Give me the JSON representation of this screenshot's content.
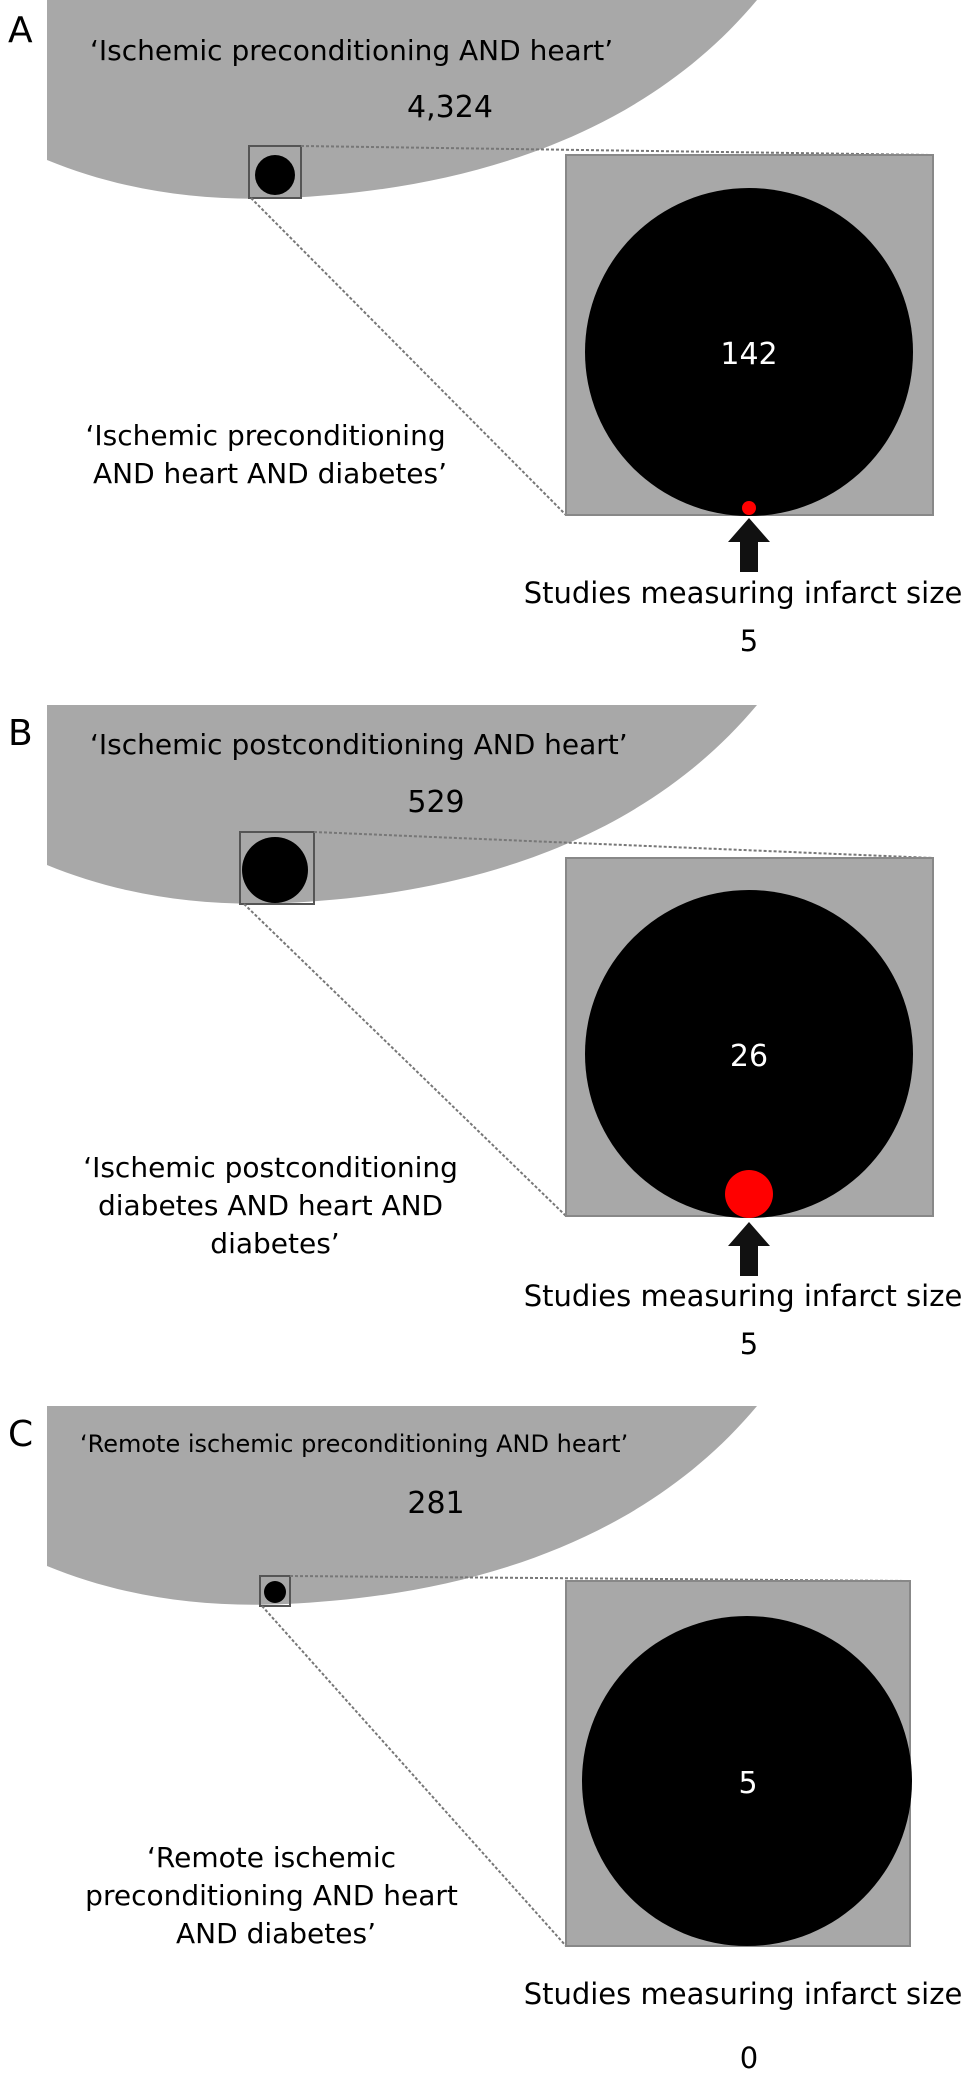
{
  "panels": [
    {
      "letter": "A",
      "query": "‘Ischemic preconditioning AND heart’",
      "count": "4,324",
      "sub_query_lines": [
        "‘Ischemic preconditioning",
        "AND heart AND diabetes’"
      ],
      "sub_count": "142",
      "measure_label": "Studies measuring infarct size",
      "measure_count": "5"
    },
    {
      "letter": "B",
      "query": "‘Ischemic postconditioning AND heart’",
      "count": "529",
      "sub_query_lines": [
        "‘Ischemic postconditioning",
        "diabetes AND heart AND",
        "diabetes’"
      ],
      "sub_count": "26",
      "measure_label": "Studies measuring infarct size",
      "measure_count": "5"
    },
    {
      "letter": "C",
      "query": "‘Remote ischemic preconditioning AND heart’",
      "count": "281",
      "sub_query_lines": [
        "‘Remote ischemic",
        "preconditioning AND heart",
        "AND diabetes’"
      ],
      "sub_count": "5",
      "measure_label": "Studies measuring infarct size",
      "measure_count": "0"
    }
  ],
  "colors": {
    "big_set": "#a8a8a8",
    "sub_set": "#000000",
    "measured_set": "#ff0000",
    "zoom_box_border": "#555555",
    "arrow": "#111111"
  }
}
